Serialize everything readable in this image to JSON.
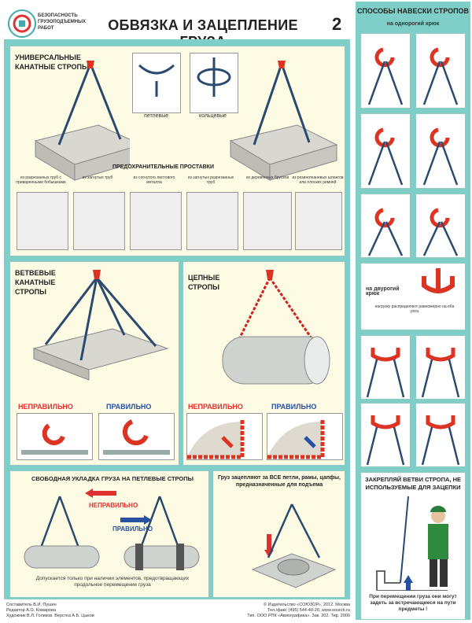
{
  "header": {
    "logo_text": "БЕЗОПАСНОСТЬ ГРУЗОПОДЪЕМНЫХ РАБОТ",
    "title": "ОБВЯЗКА И ЗАЦЕПЛЕНИЕ ГРУЗА",
    "sheet_number": "2"
  },
  "universal": {
    "title": "УНИВЕРСАЛЬНЫЕ КАНАТНЫЕ СТРОПЫ",
    "loop_label": "петлевые",
    "ring_label": "кольцевые",
    "spacers_title": "ПРЕДОХРАНИТЕЛЬНЫЕ ПРОСТАВКИ",
    "spacers": [
      "из разрезанных труб с приваренными бобышками",
      "из загнутых труб",
      "из согнутого листового металла",
      "из загнутых разрезанных труб",
      "из деревянных брусков",
      "из резинотканевых шлангов или плоских ремней"
    ]
  },
  "branch": {
    "title": "ВЕТВЕВЫЕ КАНАТНЫЕ СТРОПЫ",
    "wrong": "НЕПРАВИЛЬНО",
    "right": "ПРАВИЛЬНО"
  },
  "chain": {
    "title": "ЦЕПНЫЕ СТРОПЫ",
    "wrong": "НЕПРАВИЛЬНО",
    "right": "ПРАВИЛЬНО"
  },
  "bottom_left": {
    "title": "СВОБОДНАЯ УКЛАДКА ГРУЗА НА ПЕТЛЕВЫЕ СТРОПЫ",
    "wrong": "НЕПРАВИЛЬНО",
    "right": "ПРАВИЛЬНО",
    "note": "Допускается только при наличии элементов, предотвращающих продольное перемещение груза"
  },
  "bottom_right": {
    "title": "Груз зацепляют за ВСЕ петли, рамы, цапфы, предназначенные для подъема"
  },
  "sidebar": {
    "title": "СПОСОБЫ НАВЕСКИ СТРОПОВ",
    "single_hook": "на однорогий крюк",
    "double_hook": "на двурогий крюк",
    "double_hook_note": "нагрузку распределяют равномерно на оба рога",
    "bottom_title": "ЗАКРЕПЛЯЙ ВЕТВИ СТРОПА, НЕ ИСПОЛЬЗУЕМЫЕ ДЛЯ ЗАЦЕПКИ",
    "bottom_note": "При перемещении груза они могут задеть за встречающиеся на пути предметы !"
  },
  "footer": {
    "authors": "Составитель В.И. Пушин\nРедактор А.О. Комарова\nХудожник В.Л. Голиков. Верстка А.Б. Цыков",
    "publisher": "© Издательство «СОЮЗОР», 2012. Москва\nТел./факс (495) 544-40-26; www.sourcb.ru\nТип. ООО РПК «Авиографика». Зак. 202. Тир. 2000"
  },
  "colors": {
    "teal": "#7fcfc8",
    "panel": "#fdfbe3",
    "red": "#e03030",
    "blue": "#2850a0"
  }
}
